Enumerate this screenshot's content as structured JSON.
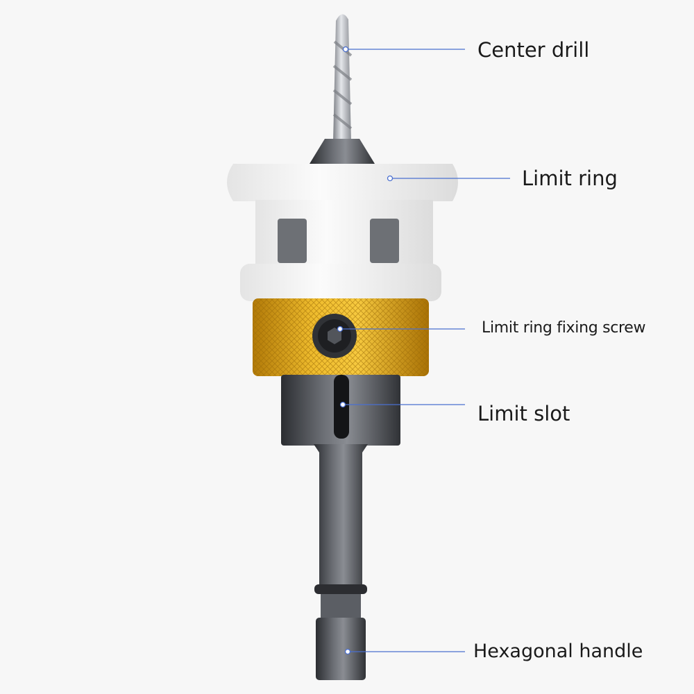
{
  "callouts": [
    {
      "id": "center-drill",
      "label": "Center drill"
    },
    {
      "id": "limit-ring",
      "label": "Limit ring"
    },
    {
      "id": "fixing-screw",
      "label": "Limit ring fixing screw"
    },
    {
      "id": "limit-slot",
      "label": "Limit slot"
    },
    {
      "id": "hex-handle",
      "label": "Hexagonal handle"
    }
  ],
  "colors": {
    "background": "#f7f7f7",
    "leader_line": "#4a6fd0",
    "ring_white": "#f3f3f3",
    "collar_gold": "#e0a91a",
    "steel_dark": "#4b4d52"
  }
}
